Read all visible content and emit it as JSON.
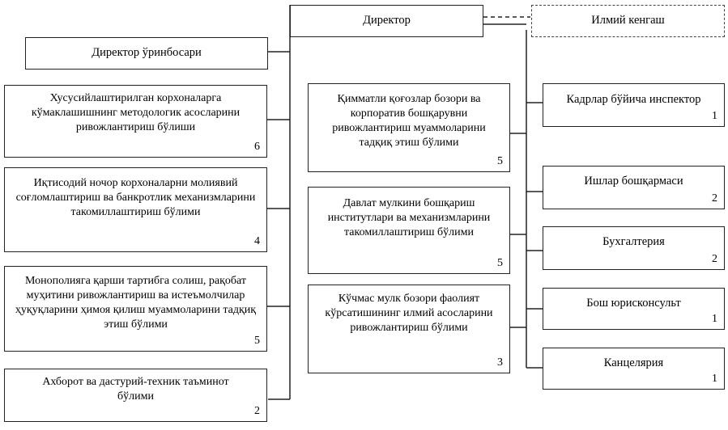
{
  "director": "Директор",
  "scientific_council": "Илмий кенгаш",
  "deputy_director": "Директор ўринбосари",
  "left_departments": [
    {
      "name": "Хусусийлаштирилган корхоналарга кўмаклашишнинг методологик асосларини ривожлантириш бўлиши",
      "staff": "6"
    },
    {
      "name": "Иқтисодий ночор корхоналарни молиявий соғломлаштириш ва банкротлик механизмларини такомиллаштириш бўлими",
      "staff": "4"
    },
    {
      "name": "Монополияга қарши тартибга солиш, рақобат муҳитини ривожлантириш ва истеъмолчилар ҳуқуқларини ҳимоя қилиш муаммоларини тадқиқ этиш бўлими",
      "staff": "5"
    },
    {
      "name": "Ахборот ва дастурий-техник таъминот бўлими",
      "staff": "2"
    }
  ],
  "middle_departments": [
    {
      "name": "Қимматли қоғозлар бозори ва корпоратив бошқарувни ривожлантириш муаммоларини тадқиқ этиш бўлими",
      "staff": "5"
    },
    {
      "name": "Давлат мулкини бошқариш институтлари ва механизмларини такомиллаштириш бўлими",
      "staff": "5"
    },
    {
      "name": "Кўчмас мулк бозори фаолият кўрсатишининг илмий асосларини ривожлантириш бўлими",
      "staff": "3"
    }
  ],
  "right_units": [
    {
      "name": "Кадрлар бўйича инспектор",
      "staff": "1"
    },
    {
      "name": "Ишлар бошқармаси",
      "staff": "2"
    },
    {
      "name": "Бухгалтерия",
      "staff": "2"
    },
    {
      "name": "Бош юрисконсульт",
      "staff": "1"
    },
    {
      "name": "Канцелярия",
      "staff": "1"
    }
  ]
}
